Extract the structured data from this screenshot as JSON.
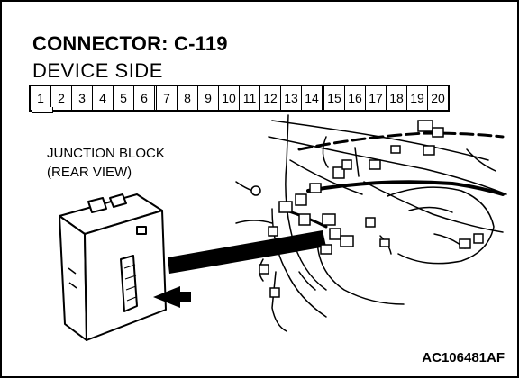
{
  "diagram": {
    "title": "CONNECTOR: C-119",
    "subtitle": "DEVICE SIDE",
    "connector_pins": [
      "1",
      "2",
      "3",
      "4",
      "5",
      "6",
      "7",
      "8",
      "9",
      "10",
      "11",
      "12",
      "13",
      "14",
      "15",
      "16",
      "17",
      "18",
      "19",
      "20"
    ],
    "component_label_line1": "JUNCTION BLOCK",
    "component_label_line2": "(REAR VIEW)",
    "figure_id": "AC106481AF"
  }
}
